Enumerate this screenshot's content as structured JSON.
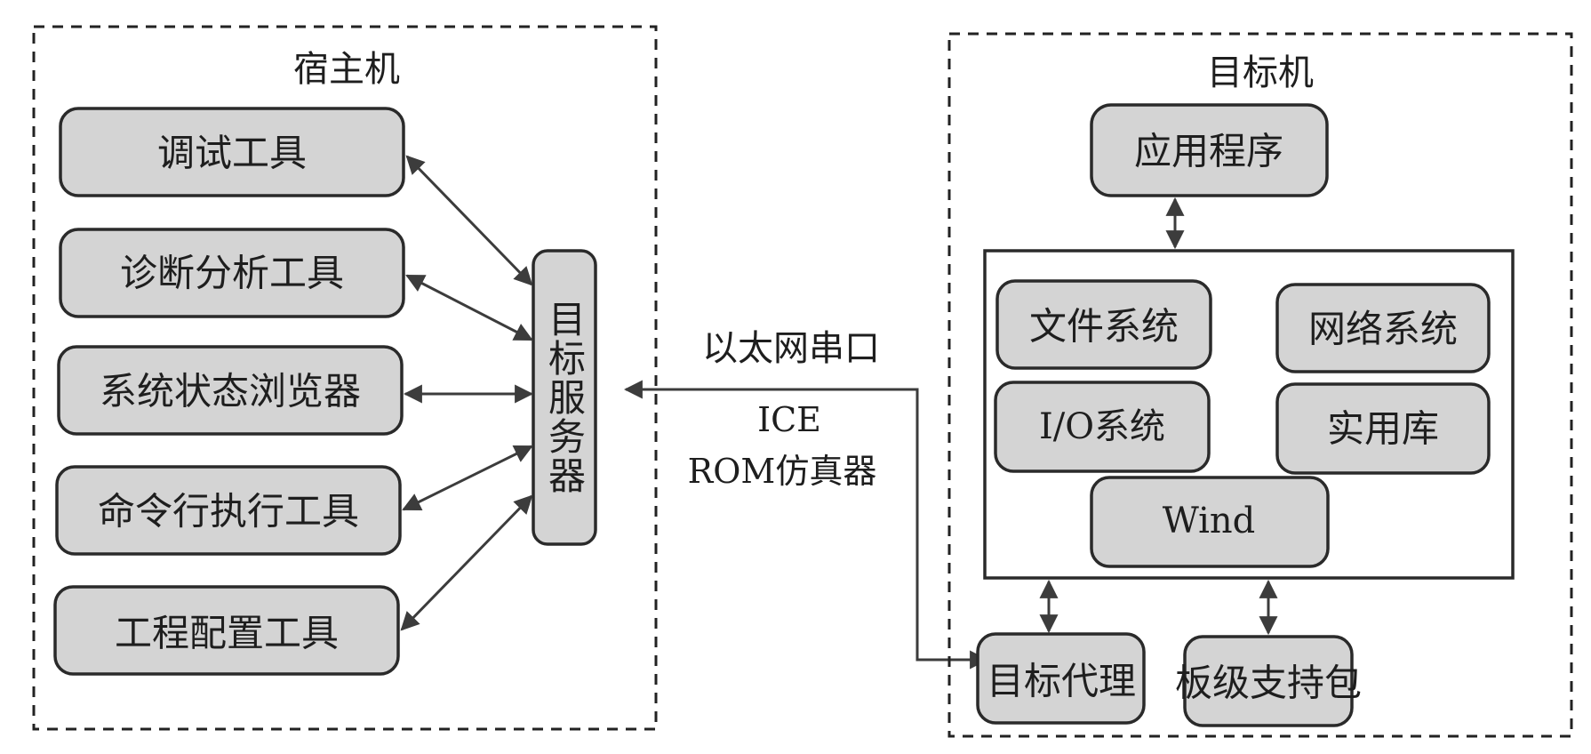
{
  "host": {
    "title": "宿主机",
    "tools": [
      {
        "label": "调试工具"
      },
      {
        "label": "诊断分析工具"
      },
      {
        "label": "系统状态浏览器"
      },
      {
        "label": "命令行执行工具"
      },
      {
        "label": "工程配置工具"
      }
    ],
    "target_server": {
      "label": "目标服务器"
    }
  },
  "link": {
    "label_line1": "以太网串口",
    "label_line2": "ICE",
    "label_line3": "ROM仿真器"
  },
  "target": {
    "title": "目标机",
    "application": {
      "label": "应用程序"
    },
    "os_components": [
      {
        "label": "文件系统"
      },
      {
        "label": "网络系统"
      },
      {
        "label": "I/O系统"
      },
      {
        "label": "实用库"
      },
      {
        "label": "Wind"
      }
    ],
    "target_agent": {
      "label": "目标代理"
    },
    "bsp": {
      "label": "板级支持包"
    }
  },
  "colors": {
    "box_fill": "#d4d4d4",
    "stroke": "#2a2a2a"
  }
}
